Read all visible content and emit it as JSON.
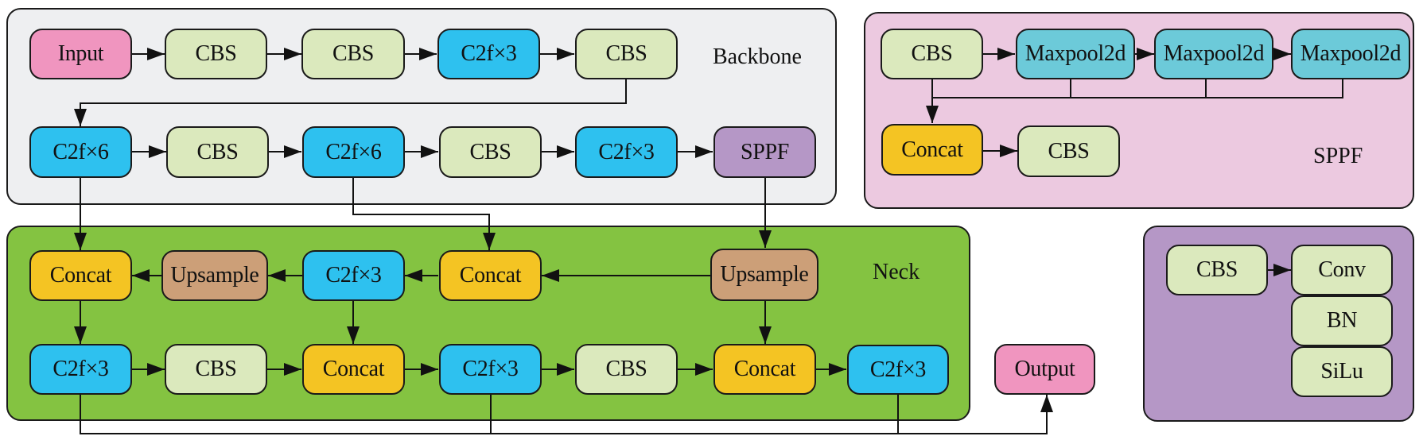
{
  "backbone": {
    "title": "Backbone",
    "row1": [
      "Input",
      "CBS",
      "CBS",
      "C2f×3",
      "CBS"
    ],
    "row2": [
      "C2f×6",
      "CBS",
      "C2f×6",
      "CBS",
      "C2f×3",
      "SPPF"
    ]
  },
  "neck": {
    "title": "Neck",
    "row1": [
      "Concat",
      "Upsample",
      "C2f×3",
      "Concat",
      "Upsample"
    ],
    "row2": [
      "C2f×3",
      "CBS",
      "Concat",
      "C2f×3",
      "CBS",
      "Concat",
      "C2f×3"
    ]
  },
  "output": {
    "label": "Output"
  },
  "sppf": {
    "title": "SPPF",
    "cbs_in": "CBS",
    "maxpools": [
      "Maxpool2d",
      "Maxpool2d",
      "Maxpool2d"
    ],
    "concat": "Concat",
    "cbs_out": "CBS"
  },
  "cbs_detail": {
    "cbs": "CBS",
    "parts": [
      "Conv",
      "BN",
      "SiLu"
    ]
  },
  "colors": {
    "backbone_bg": "#eeeff1",
    "neck_bg": "#84c341",
    "sppf_bg": "#ecc9e0",
    "cbs_bg": "#b597c6",
    "io": "#f095bf",
    "cbs": "#dbe9bd",
    "c2f": "#2ec1ef",
    "concat": "#f4c423",
    "upsample": "#cc9f78",
    "maxpool": "#6ccad9",
    "sppf_block": "#b597c6"
  }
}
